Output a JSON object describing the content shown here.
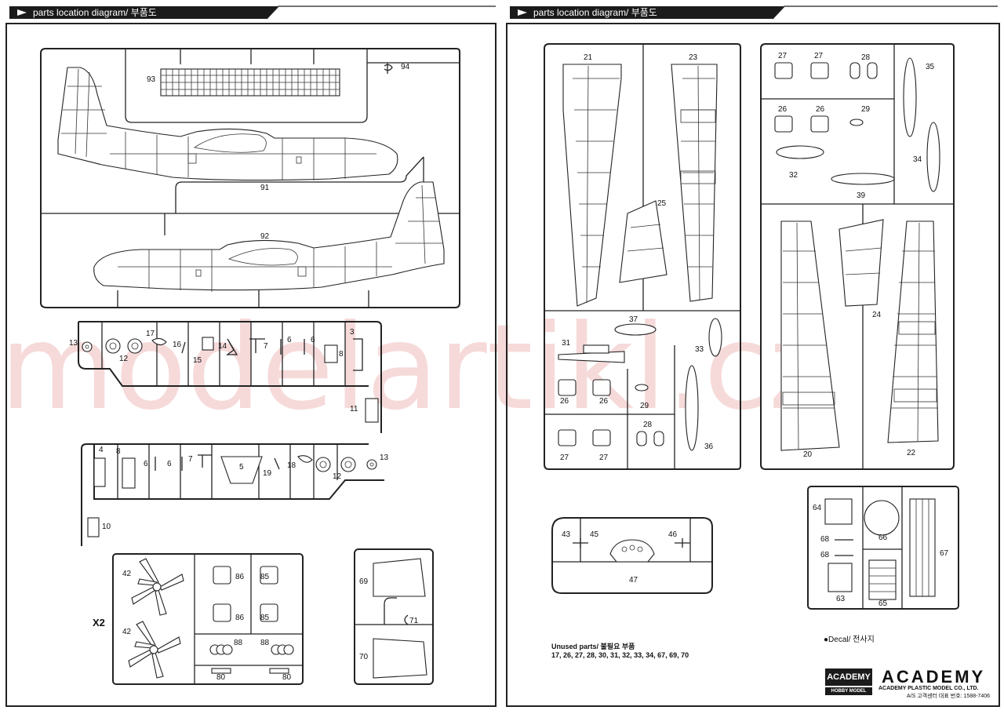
{
  "header": {
    "left": "parts location diagram/ 부품도",
    "right": "parts location diagram/ 부품도"
  },
  "watermark": "modelartikl.cz",
  "unused": {
    "title": "Unused parts/ 불필요 부품",
    "list": "17, 26, 27, 28, 30, 31, 32, 33, 34, 67, 69, 70"
  },
  "decal": "●Decal/ 전사지",
  "multiplier": "X2",
  "logos": {
    "small_top": "ACADEMY",
    "small_bottom": "HOBBY MODEL KITS",
    "big": "ACADEMY",
    "company": "ACADEMY PLASTIC MODEL CO., LTD.",
    "service": "A/S 고객센터 대표 번호: 1588-7406"
  },
  "labels_left": {
    "p93": "93",
    "p94": "94",
    "p91": "91",
    "p92": "92",
    "p13a": "13",
    "p12a": "12",
    "p17": "17",
    "p16": "16",
    "p15": "15",
    "p14": "14",
    "p7a": "7",
    "p6a": "6",
    "p6b": "6",
    "p8a": "8",
    "p3": "3",
    "p11": "11",
    "p4": "4",
    "p8b": "8",
    "p6c": "6",
    "p6d": "6",
    "p7b": "7",
    "p5": "5",
    "p19": "19",
    "p18": "18",
    "p12b": "12",
    "p13b": "13",
    "p10": "10",
    "p42a": "42",
    "p42b": "42",
    "p86a": "86",
    "p85a": "85",
    "p86b": "86",
    "p85b": "85",
    "p88a": "88",
    "p88b": "88",
    "p80a": "80",
    "p80b": "80",
    "p69": "69",
    "p71": "71",
    "p70": "70"
  },
  "labels_right": {
    "p21": "21",
    "p23": "23",
    "p25": "25",
    "p37": "37",
    "p31": "31",
    "p33": "33",
    "p26a": "26",
    "p26b": "26",
    "p29a": "29",
    "p28a": "28",
    "p36": "36",
    "p27a": "27",
    "p27b": "27",
    "p27c": "27",
    "p27d": "27",
    "p28b": "28",
    "p35": "35",
    "p26c": "26",
    "p26d": "26",
    "p29b": "29",
    "p34": "34",
    "p32": "32",
    "p39": "39",
    "p24": "24",
    "p20": "20",
    "p22": "22",
    "p43": "43",
    "p45": "45",
    "p46": "46",
    "p47": "47",
    "p64": "64",
    "p66": "66",
    "p68a": "68",
    "p68b": "68",
    "p67": "67",
    "p63": "63",
    "p65": "65"
  }
}
